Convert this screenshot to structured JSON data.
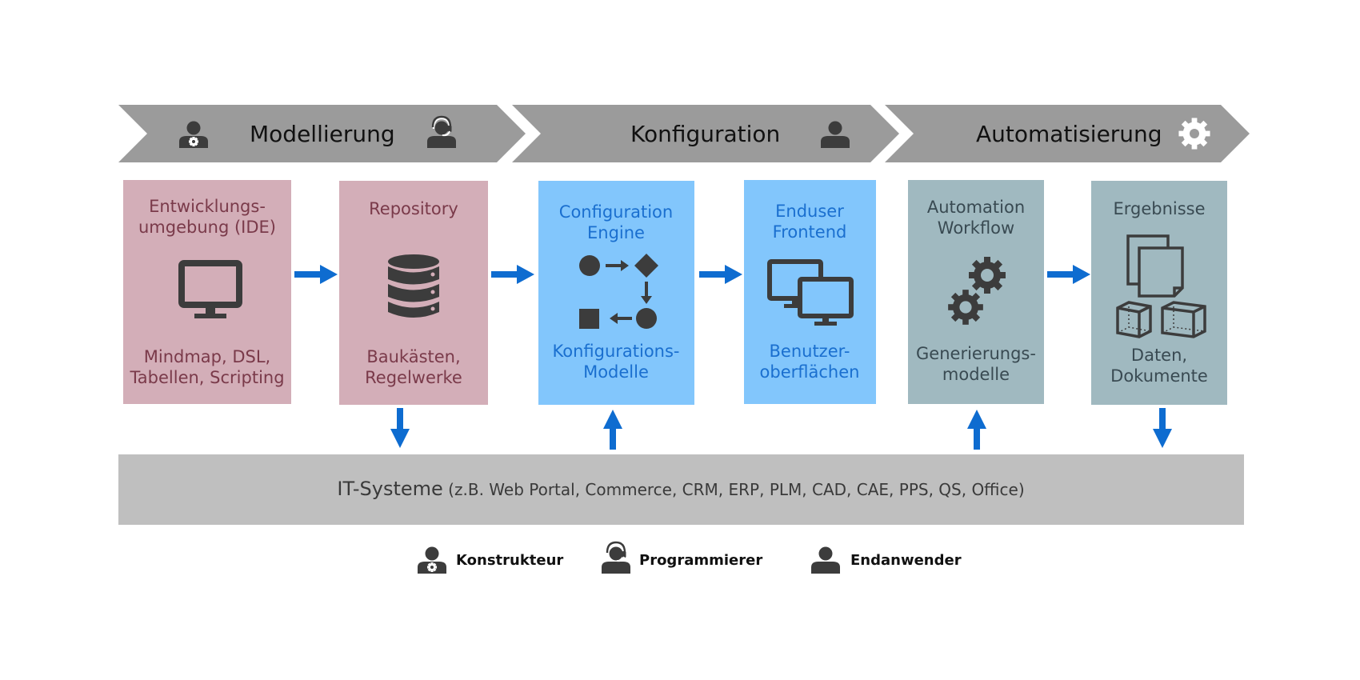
{
  "colors": {
    "chevron": "#9b9b9b",
    "pink_box": "#d3aeb8",
    "blue_box": "#82c6fc",
    "teal_box": "#a0b9c0",
    "it_bar": "#bfbfbf",
    "arrow": "#0e6cd0",
    "icon": "#3c3c3c"
  },
  "phases": [
    {
      "label": "Modellierung",
      "icons": [
        "konstrukteur-icon",
        "programmierer-icon"
      ]
    },
    {
      "label": "Konfiguration",
      "icons": [
        "endanwender-icon"
      ]
    },
    {
      "label": "Automatisierung",
      "icons": [
        "gear-icon"
      ]
    }
  ],
  "boxes": [
    {
      "title": [
        "Entwicklungs-",
        "umgebung (IDE)"
      ],
      "caption": [
        "Mindmap, DSL,",
        "Tabellen, Scripting"
      ],
      "icon": "monitor-icon"
    },
    {
      "title": [
        "Repository"
      ],
      "caption": [
        "Baukästen,",
        "Regelwerke"
      ],
      "icon": "database-icon"
    },
    {
      "title": [
        "Configuration",
        "Engine"
      ],
      "caption": [
        "Konfigurations-",
        "Modelle"
      ],
      "icon": "flowchart-icon"
    },
    {
      "title": [
        "Enduser",
        "Frontend"
      ],
      "caption": [
        "Benutzer-",
        "oberflächen"
      ],
      "icon": "two-monitors-icon"
    },
    {
      "title": [
        "Automation",
        "Workflow"
      ],
      "caption": [
        "Generierungs-",
        "modelle"
      ],
      "icon": "gears-icon"
    },
    {
      "title": [
        "Ergebnisse"
      ],
      "caption": [
        "Daten,",
        "Dokumente"
      ],
      "icon": "documents-cubes-icon"
    }
  ],
  "it_bar": {
    "main": "IT-Systeme",
    "detail": " (z.B. Web Portal, Commerce, CRM, ERP, PLM, CAD, CAE, PPS, QS, Office)"
  },
  "legend": [
    {
      "label": "Konstrukteur",
      "icon": "konstrukteur-icon"
    },
    {
      "label": "Programmierer",
      "icon": "programmierer-icon"
    },
    {
      "label": "Endanwender",
      "icon": "endanwender-icon"
    }
  ]
}
